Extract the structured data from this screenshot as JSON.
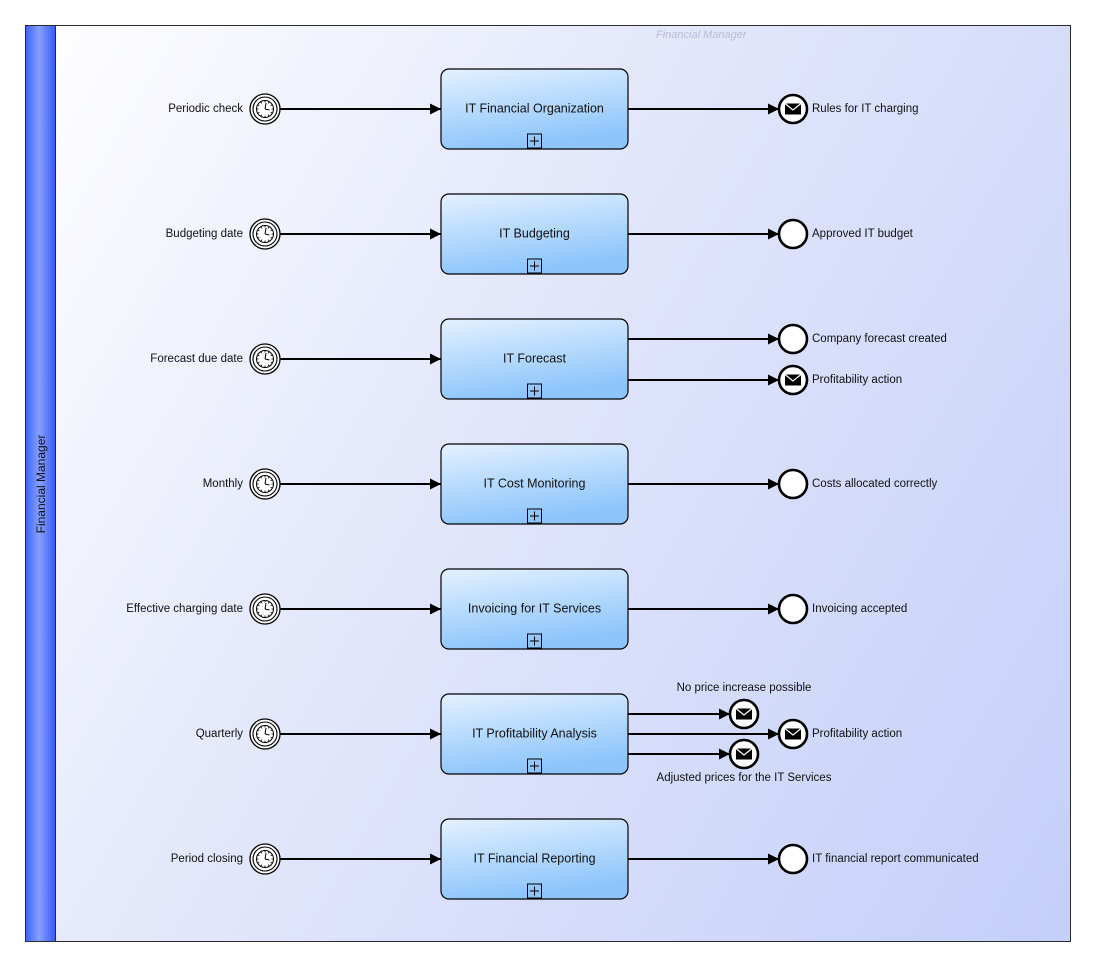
{
  "pool": {
    "title": "Financial Manager",
    "lane_label": "Financial Manager"
  },
  "rows": [
    {
      "start": "Periodic check",
      "task": "IT Financial Organization",
      "ends": [
        {
          "label": "Rules for IT charging",
          "type": "message"
        }
      ]
    },
    {
      "start": "Budgeting date",
      "task": "IT Budgeting",
      "ends": [
        {
          "label": "Approved IT budget",
          "type": "none"
        }
      ]
    },
    {
      "start": "Forecast due date",
      "task": "IT Forecast",
      "ends": [
        {
          "label": "Company forecast created",
          "type": "none"
        },
        {
          "label": "Profitability action",
          "type": "message"
        }
      ]
    },
    {
      "start": "Monthly",
      "task": "IT Cost Monitoring",
      "ends": [
        {
          "label": "Costs allocated correctly",
          "type": "none"
        }
      ]
    },
    {
      "start": "Effective charging date",
      "task": "Invoicing for IT Services",
      "ends": [
        {
          "label": "Invoicing accepted",
          "type": "none"
        }
      ]
    },
    {
      "start": "Quarterly",
      "task": "IT Profitability Analysis",
      "ends": [
        {
          "label": "No price increase possible",
          "type": "message"
        },
        {
          "label": "Profitability action",
          "type": "message"
        },
        {
          "label": "Adjusted prices for the IT Services",
          "type": "message"
        }
      ]
    },
    {
      "start": "Period closing",
      "task": "IT Financial Reporting",
      "ends": [
        {
          "label": "IT financial report communicated",
          "type": "none"
        }
      ]
    }
  ],
  "colors": {
    "task_fill_top": "#e4f1ff",
    "task_fill_bottom": "#8dc5fb",
    "stroke": "#000000"
  },
  "icons": {
    "start_event": "timer-icon",
    "end_event_message": "envelope-icon",
    "subprocess_marker": "plus-box-icon"
  }
}
